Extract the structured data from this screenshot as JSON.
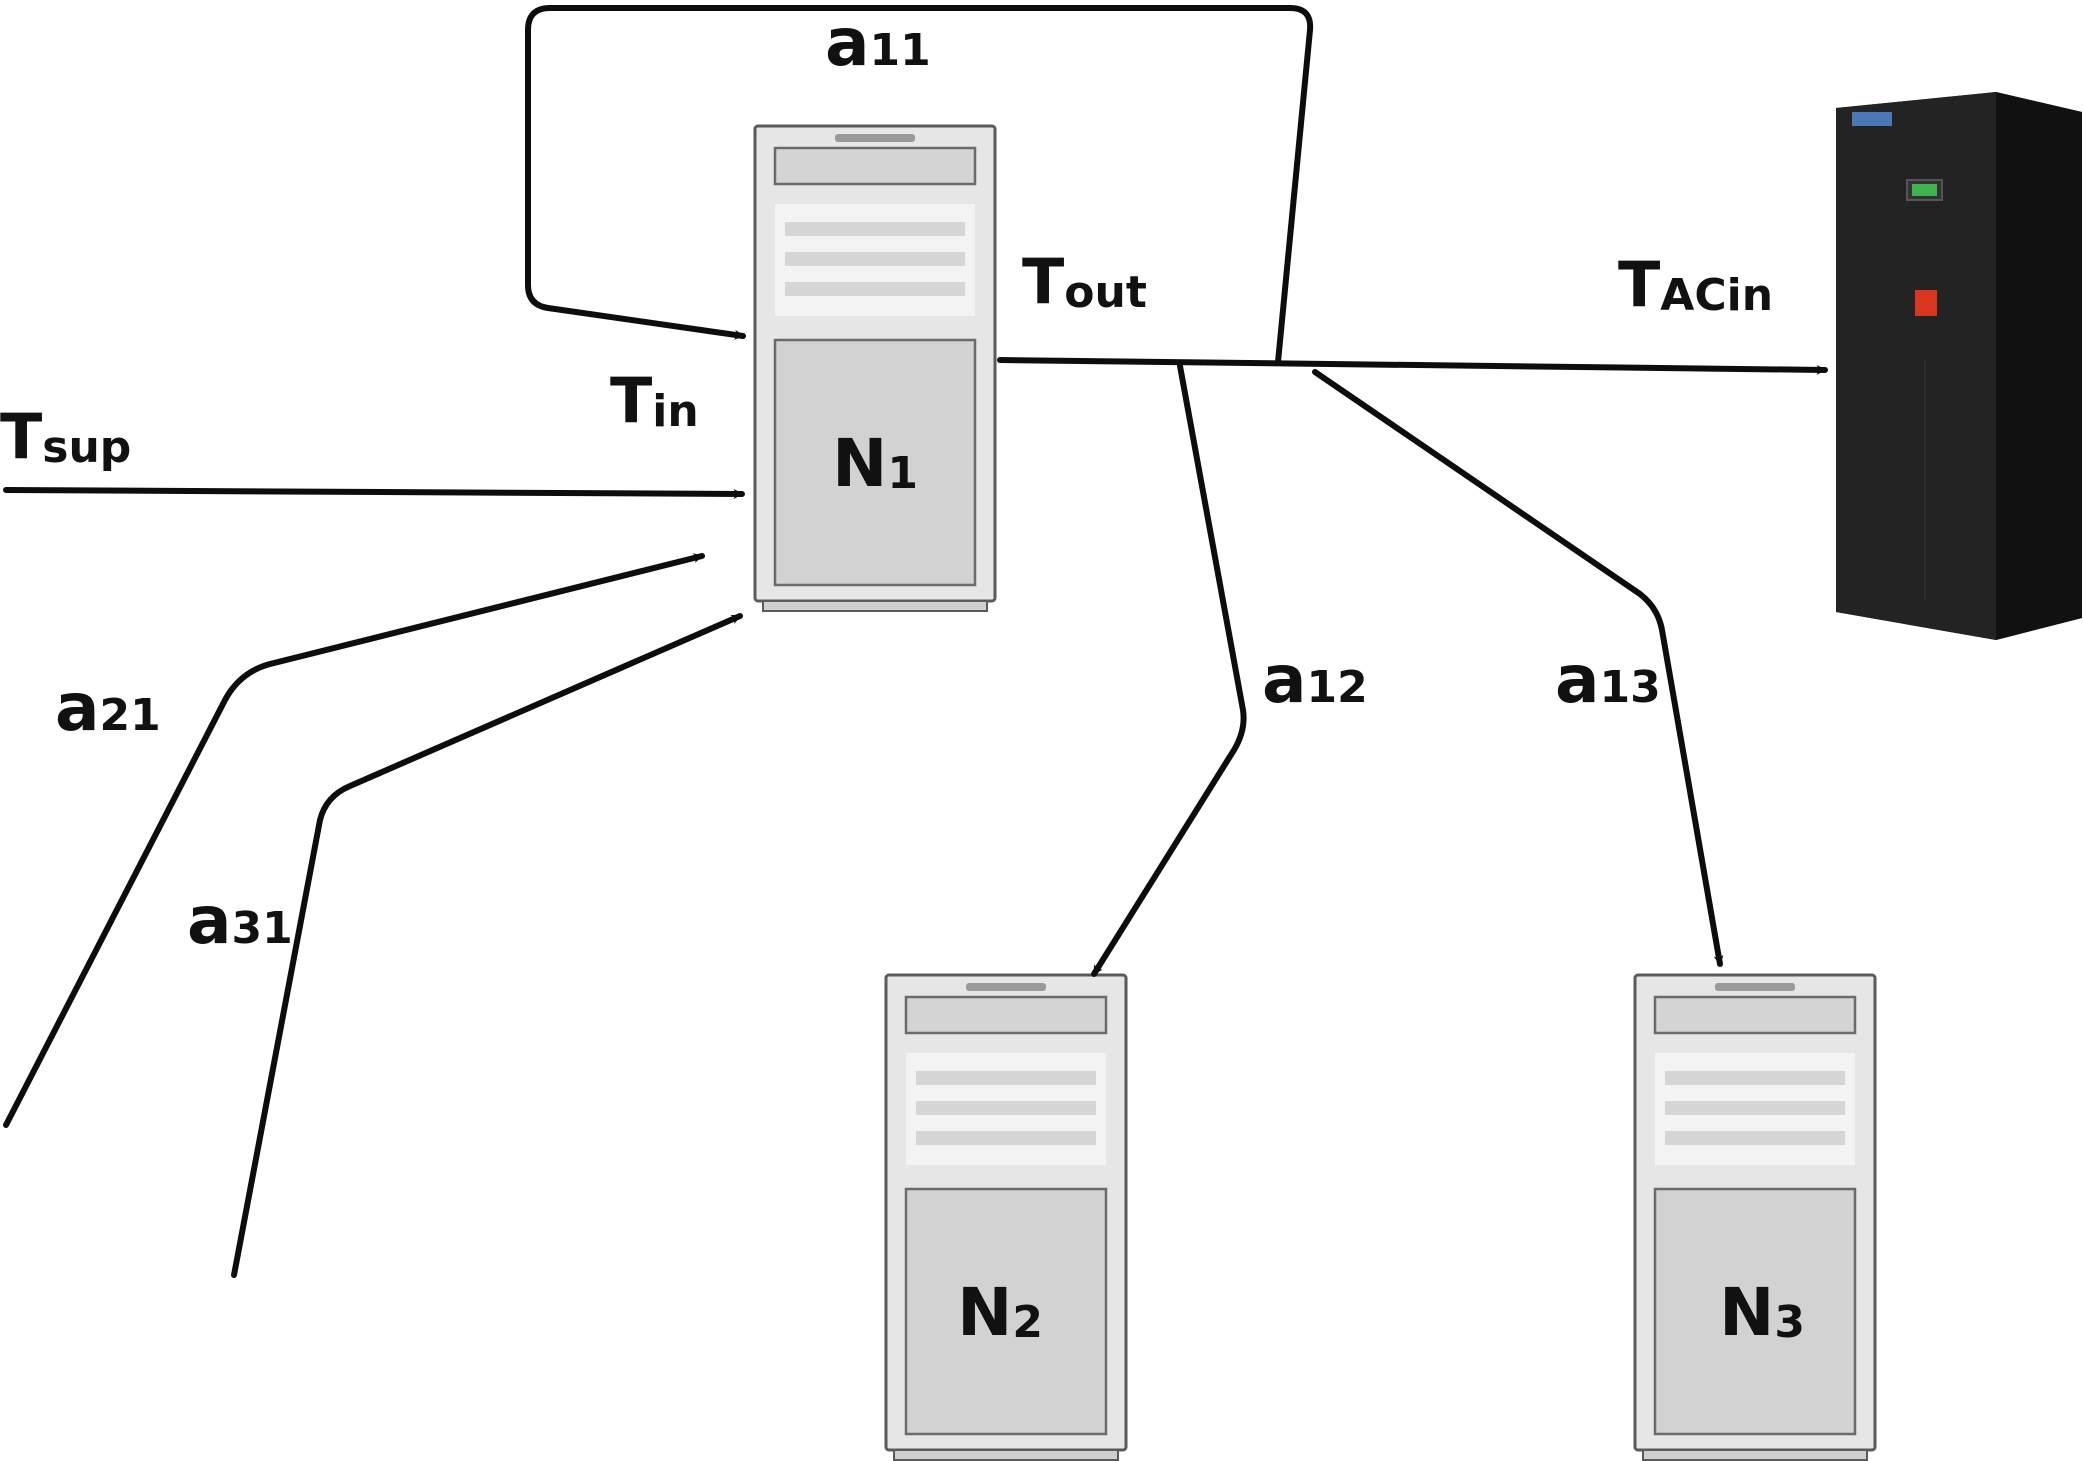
{
  "labels": {
    "t_sup": {
      "main": "T",
      "sub": "sup"
    },
    "t_in": {
      "main": "T",
      "sub": "in"
    },
    "t_out": {
      "main": "T",
      "sub": "out"
    },
    "t_acin": {
      "main": "T",
      "sub": "ACin"
    },
    "a11": {
      "main": "a",
      "sub": "11"
    },
    "a12": {
      "main": "a",
      "sub": "12"
    },
    "a13": {
      "main": "a",
      "sub": "13"
    },
    "a21": {
      "main": "a",
      "sub": "21"
    },
    "a31": {
      "main": "a",
      "sub": "31"
    }
  },
  "nodes": {
    "n1": {
      "main": "N",
      "sub": "1"
    },
    "n2": {
      "main": "N",
      "sub": "2"
    },
    "n3": {
      "main": "N",
      "sub": "3"
    }
  },
  "colors": {
    "arrow": "#0d0d0d",
    "server_body": "#e6e6e6",
    "server_panel": "#d2d2d2",
    "server_outline": "#5a5a5a",
    "ac_unit": "#1e1e1e",
    "ac_display": "#3fb34f",
    "ac_button": "#d9361f"
  },
  "icons": {
    "server": "server-tower-icon",
    "ac": "air-conditioning-unit-icon"
  }
}
